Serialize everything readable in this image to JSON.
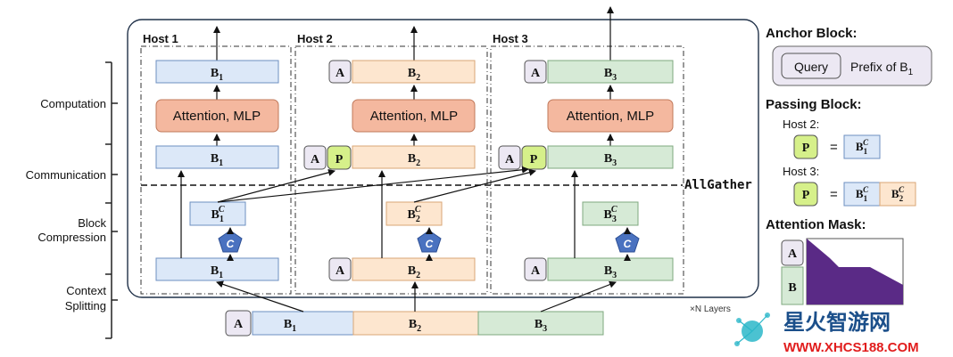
{
  "stages": [
    "Computation",
    "Communication",
    "Block",
    "Compression",
    "Context",
    "Splitting"
  ],
  "hosts": [
    {
      "label": "Host 1",
      "block": "B",
      "sub": "1",
      "comp": "B",
      "comp_sub": "1",
      "comp_sup": "C"
    },
    {
      "label": "Host 2",
      "block": "B",
      "sub": "2",
      "comp": "B",
      "comp_sub": "2",
      "comp_sup": "C"
    },
    {
      "label": "Host 3",
      "block": "B",
      "sub": "3",
      "comp": "B",
      "comp_sub": "3",
      "comp_sup": "C"
    }
  ],
  "attention_label": "Attention, MLP",
  "anchor_label": "A",
  "passing_label": "P",
  "compress_label": "C",
  "allgather_label": "AllGather",
  "layers_label": "×N Layers",
  "legend": {
    "anchor_title": "Anchor Block:",
    "query": "Query",
    "prefix": "Prefix of B",
    "prefix_sub": "1",
    "passing_title": "Passing Block:",
    "host2": "Host 2:",
    "host3": "Host 3:",
    "eq": "=",
    "mask_title": "Attention Mask:",
    "mask_a": "A",
    "mask_b": "B"
  },
  "watermark": {
    "cn": "星火智游网",
    "url": "WWW.XHCS188.COM"
  },
  "colors": {
    "blue": "#dce8f8",
    "blue_stroke": "#6d8fc0",
    "orange": "#fde6cf",
    "orange_stroke": "#d9a676",
    "green": "#d6ead6",
    "green_stroke": "#7fa87f",
    "attn": "#f4b89f",
    "attn_stroke": "#c0785a",
    "p_green": "#d6f08a",
    "anchor": "#ece8f3",
    "pentagon": "#4a72c0",
    "mask": "#5a2a86"
  }
}
